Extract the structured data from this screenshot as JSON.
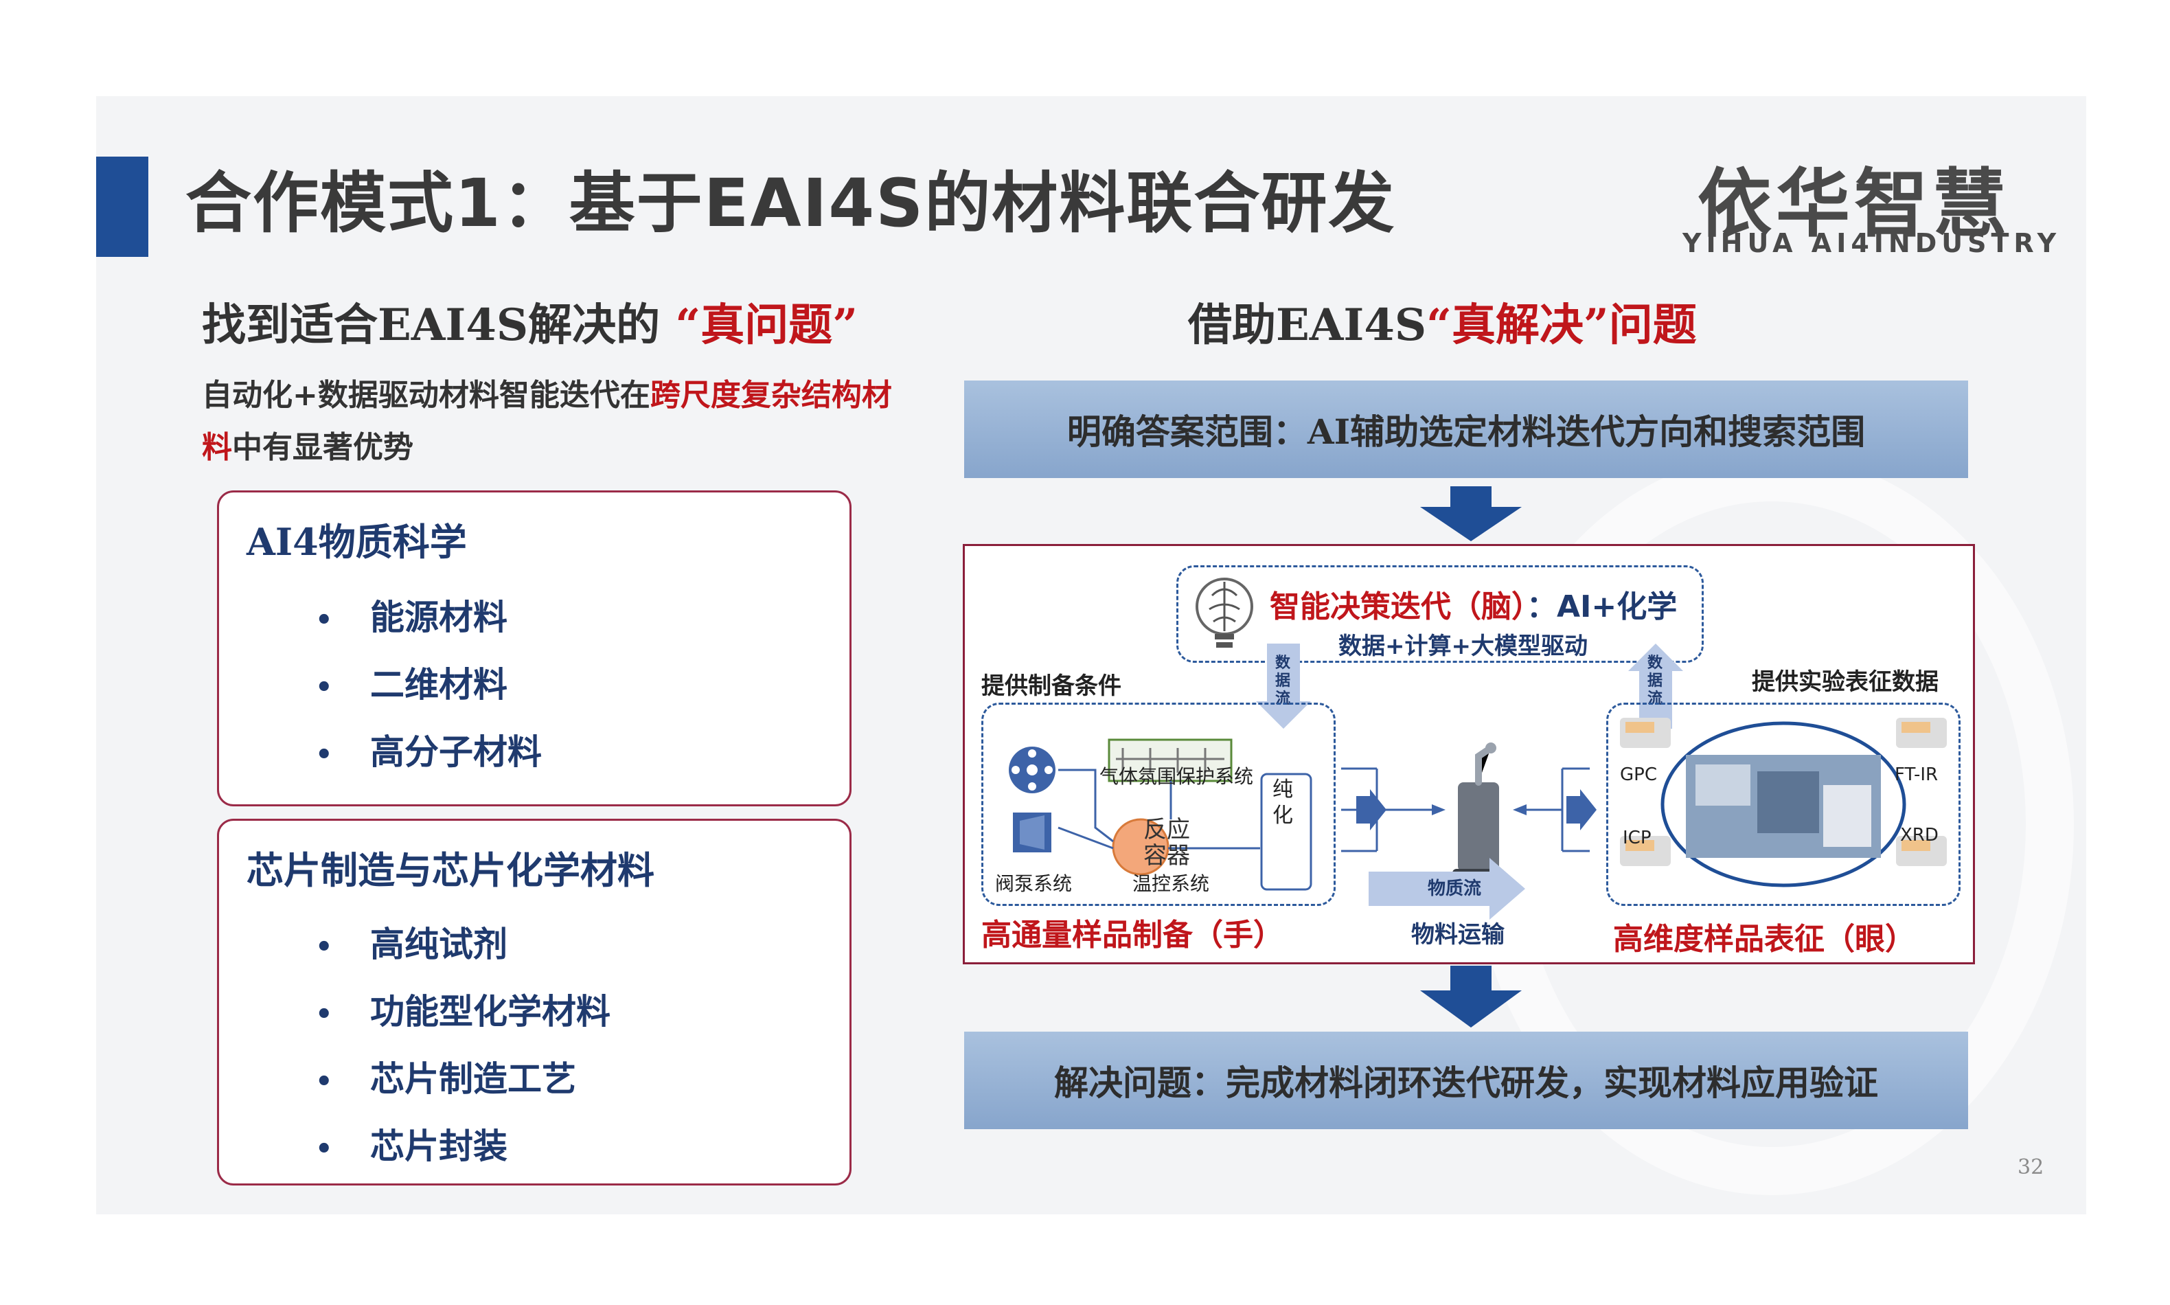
{
  "title": "合作模式1：基于EAI4S的材料联合研发",
  "logo": {
    "main": "依华智慧",
    "sub": "YIHUA AI4INDUSTRY"
  },
  "left": {
    "heading_prefix": "找到适合EAI4S解决的",
    "heading_highlight": "“真问题”",
    "intro_a": "自动化+数据驱动材料智能迭代在",
    "intro_highlight": "跨尺度复杂结构材料",
    "intro_b": "中有显著优势",
    "panels": [
      {
        "title": "AI4物质科学",
        "items": [
          "能源材料",
          "二维材料",
          "高分子材料"
        ]
      },
      {
        "title": "芯片制造与芯片化学材料",
        "items": [
          "高纯试剂",
          "功能型化学材料",
          "芯片制造工艺",
          "芯片封装"
        ]
      }
    ],
    "bullet": "•"
  },
  "right": {
    "heading_prefix": "借助EAI4S",
    "heading_highlight": "“真解决”",
    "heading_suffix": "问题",
    "top_box": "明确答案范围：AI辅助选定材料迭代方向和搜索范围",
    "bottom_box": "解决问题：完成材料闭环迭代研发，实现材料应用验证",
    "diagram": {
      "brain_title": "智能决策迭代（脑）",
      "brain_colon": "：",
      "brain_ai": "AI+化学",
      "brain_sub": "数据+计算+大模型驱动",
      "data_flow": [
        "数",
        "据",
        "流"
      ],
      "left_caption": "提供制备条件",
      "right_caption": "提供实验表征数据",
      "gas_system": "气体氛围保护系统",
      "purify": [
        "纯",
        "化"
      ],
      "reactor": [
        "反应",
        "容器"
      ],
      "valve_system": "阀泵系统",
      "temp_system": "温控系统",
      "material_flow": "物质流",
      "transport": "物料运输",
      "left_bottom": "高通量样品制备（手）",
      "right_bottom": "高维度样品表征（眼）",
      "instruments": [
        "GPC",
        "FT-IR",
        "ICP",
        "XRD"
      ]
    }
  },
  "page_number": "32",
  "colors": {
    "accent_blue": "#1f4e96",
    "highlight_red": "#c0161b",
    "navy_text": "#1f3a6e",
    "box_blue": "#9bb5d8"
  }
}
